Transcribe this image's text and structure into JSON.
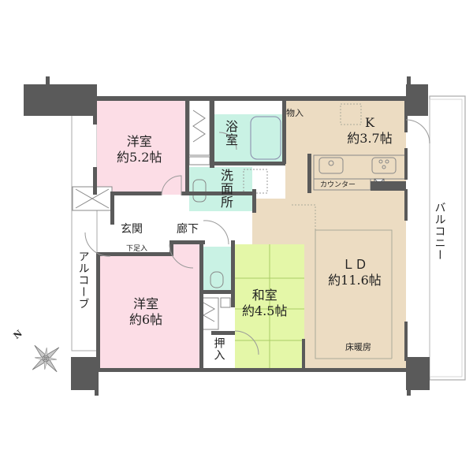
{
  "floorplan": {
    "colors": {
      "wall": "#5a5a5a",
      "western_room": "#fcdde6",
      "wet_area": "#c9f2e4",
      "japanese_room": "#e4f7a8",
      "ldk": "#ecdcc2",
      "white": "#ffffff",
      "line": "#999999"
    },
    "rooms": {
      "western_room_1": {
        "name": "洋室",
        "size": "約5.2帖"
      },
      "bathroom": {
        "name": "浴室"
      },
      "washroom": {
        "name": "洗面所"
      },
      "storage_kitchen": {
        "name": "物入"
      },
      "kitchen": {
        "name": "K",
        "size": "約3.7帖"
      },
      "counter": {
        "name": "カウンター"
      },
      "entrance": {
        "name": "玄関"
      },
      "shoe_storage": {
        "name": "下足入"
      },
      "hallway": {
        "name": "廊下"
      },
      "western_room_2": {
        "name": "洋室",
        "size": "約6帖"
      },
      "japanese_room": {
        "name": "和室",
        "size": "約4.5帖"
      },
      "closet": {
        "name": "押入"
      },
      "living_dining": {
        "name": "ＬＤ",
        "size": "約11.6帖"
      },
      "floor_heating": {
        "name": "床暖房"
      },
      "alcove": {
        "name": "アルコーブ"
      },
      "balcony": {
        "name": "バルコニー"
      }
    },
    "compass": {
      "label": "N"
    }
  }
}
